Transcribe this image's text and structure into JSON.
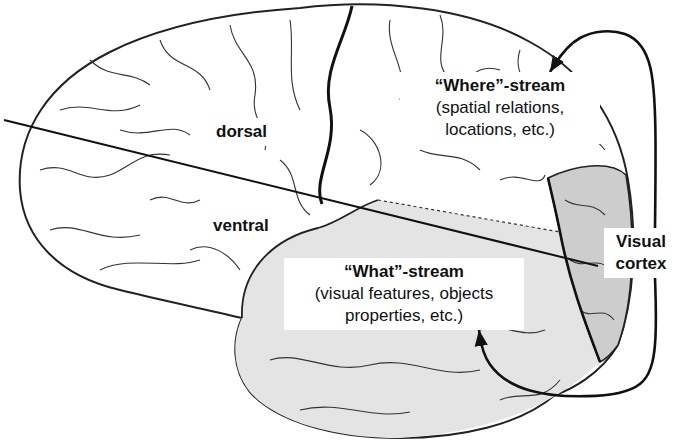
{
  "diagram": {
    "nodes": [
      {
        "text": [
          "“Where”-stream",
          "(spatial relations, locations, etc.)"
        ]
      },
      {
        "text": [
          "Visual cortex"
        ]
      },
      {
        "text": [
          "“What”-stream",
          "(visual features, objects properties, etc.)"
        ]
      }
    ],
    "edges": [
      {
        "from": 1,
        "to": 0,
        "arrow": "to"
      },
      {
        "from": 1,
        "to": 2,
        "arrow": "to"
      }
    ],
    "labels": [
      "dorsal",
      "ventral"
    ]
  }
}
